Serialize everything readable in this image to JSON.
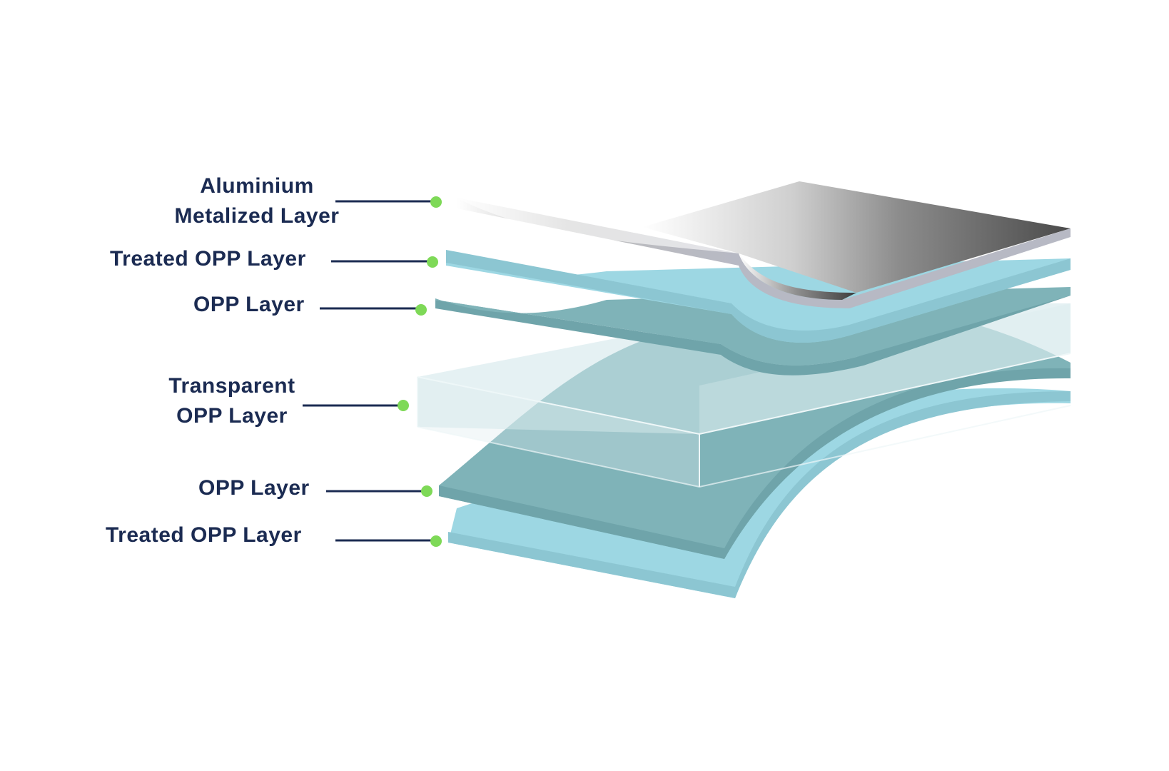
{
  "labels": {
    "aluminium": {
      "line1": "Aluminium",
      "line2": "Metalized Layer"
    },
    "treated_top": "Treated OPP Layer",
    "opp_top": "OPP Layer",
    "transparent": {
      "line1": "Transparent",
      "line2": "OPP Layer"
    },
    "opp_bottom": "OPP Layer",
    "treated_bottom": "Treated OPP Layer"
  },
  "colors": {
    "label_text": "#1b2b52",
    "leader_line": "#1b2b52",
    "marker_dot": "#7ed957",
    "treated_opp": "#9dd7e3",
    "opp": "#7fb3b8",
    "transparent_box": "#cfe6ea",
    "metal_dark": "#4a4a4a",
    "metal_light": "#e6e6e6"
  }
}
